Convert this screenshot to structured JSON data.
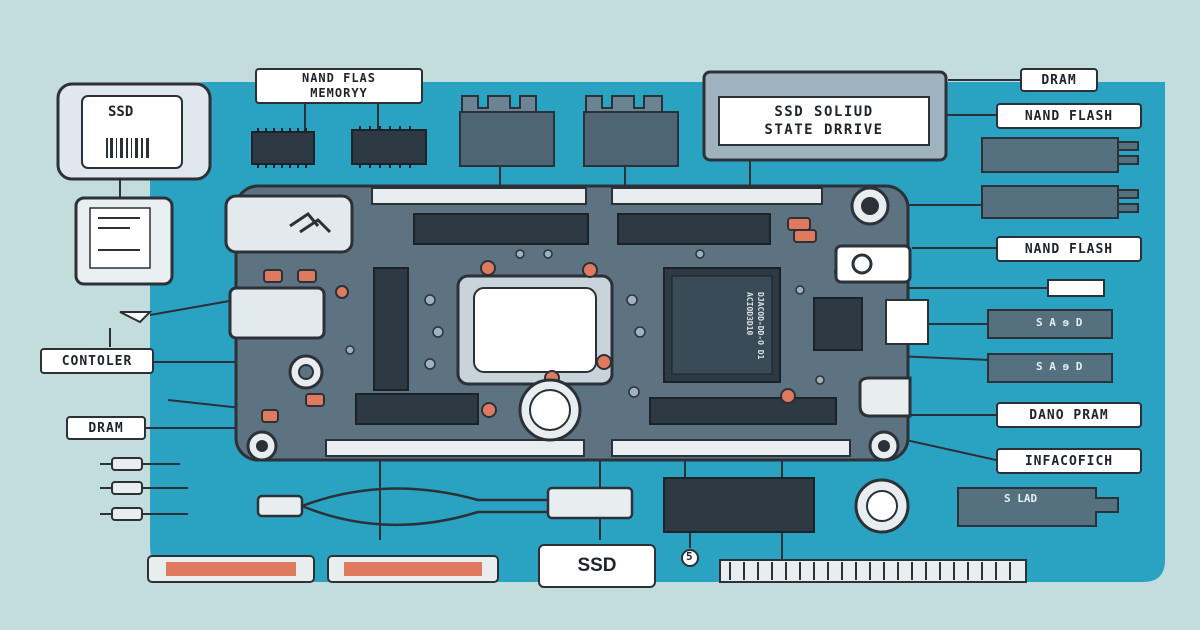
{
  "labels": {
    "nand_flash_memory": [
      "NAND FLAS",
      "MEMORYY"
    ],
    "ssd_title": [
      "SSD SOLIUD",
      "STATE DRRIVE"
    ],
    "dram_top": "DRAM",
    "nand_flash_1": "NAND FLASH",
    "nand_flash_2": "NAND FLASH",
    "controller": "CONTOLER",
    "dram_left": "DRAM",
    "dano_pram": "DANO PRAM",
    "infacofich": "INFACOFICH",
    "ssd_bottom": "SSD",
    "ssd_drive_icon": "SSD",
    "chip_text_right": "DJACOD-DD-O D1ACIOD3D10",
    "module_text_1": "S A ɘ D",
    "module_text_2": "S A ɘ D",
    "module_text_3": "S LAD",
    "number_marker": "5"
  },
  "colors": {
    "background": "#c3dcdc",
    "panel": "#2aa3c3",
    "board": "#5d7382",
    "chip": "#2d3a44",
    "accent": "#e07a5f",
    "outline": "#2c3138"
  }
}
